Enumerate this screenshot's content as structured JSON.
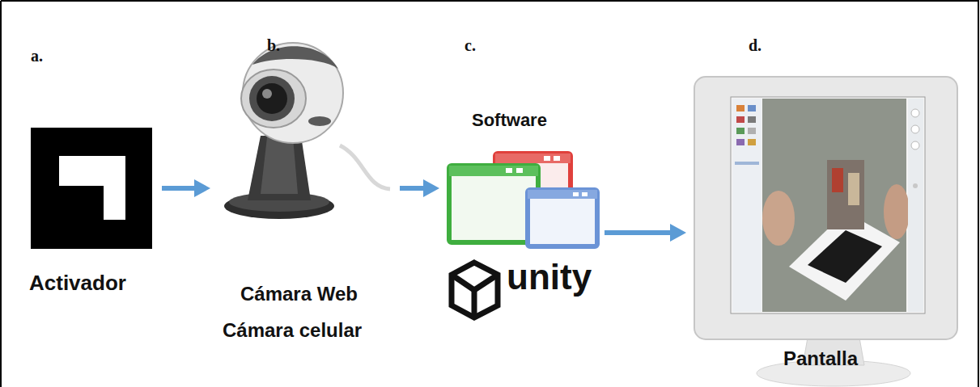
{
  "diagram": {
    "nodes": [
      {
        "text": [
          "Activador"
        ]
      },
      {
        "text": [
          "Cámara Web",
          "Cámara celular"
        ]
      },
      {
        "text": [
          "Software",
          "unity"
        ]
      },
      {
        "text": [
          "Pantalla"
        ]
      }
    ],
    "edges": [
      {
        "from": 0,
        "to": 1,
        "arrow": "to"
      },
      {
        "from": 1,
        "to": 2,
        "arrow": "to"
      },
      {
        "from": 2,
        "to": 3,
        "arrow": "to"
      }
    ],
    "labels": [
      "a.",
      "b.",
      "c.",
      "d."
    ]
  }
}
